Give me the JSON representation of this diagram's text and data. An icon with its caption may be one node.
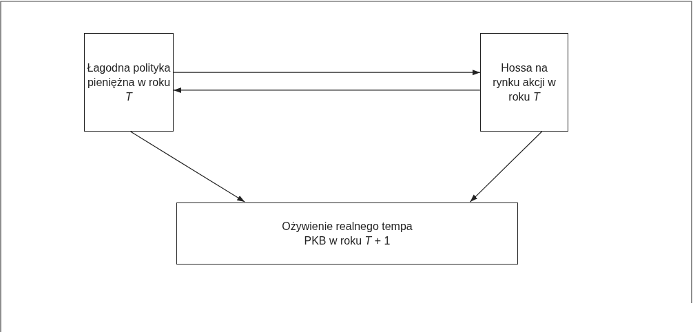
{
  "diagram": {
    "nodes": [
      {
        "text": [
          "Łagodna polityka pieniężna w roku *T*"
        ]
      },
      {
        "text": [
          "Hossa na rynku akcji w roku *T*"
        ]
      },
      {
        "text": [
          "Ożywienie realnego tempa PKB w roku *T* + 1"
        ]
      }
    ],
    "edges": [
      {
        "from": 0,
        "to": 1,
        "arrow": "to"
      },
      {
        "from": 1,
        "to": 0,
        "arrow": "to"
      },
      {
        "from": 0,
        "to": 2,
        "arrow": "to"
      },
      {
        "from": 1,
        "to": 2,
        "arrow": "to"
      }
    ]
  }
}
